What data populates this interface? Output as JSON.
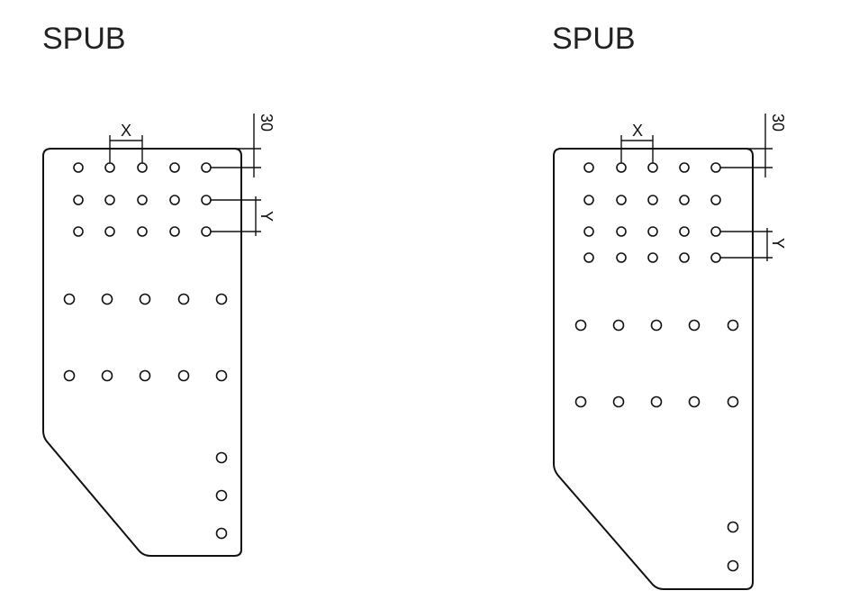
{
  "drawings": [
    {
      "title": "SPUB",
      "labels": {
        "x": "X",
        "y": "Y",
        "top": "30"
      }
    },
    {
      "title": "SPUB",
      "labels": {
        "x": "X",
        "y": "Y",
        "top": "30"
      }
    }
  ]
}
